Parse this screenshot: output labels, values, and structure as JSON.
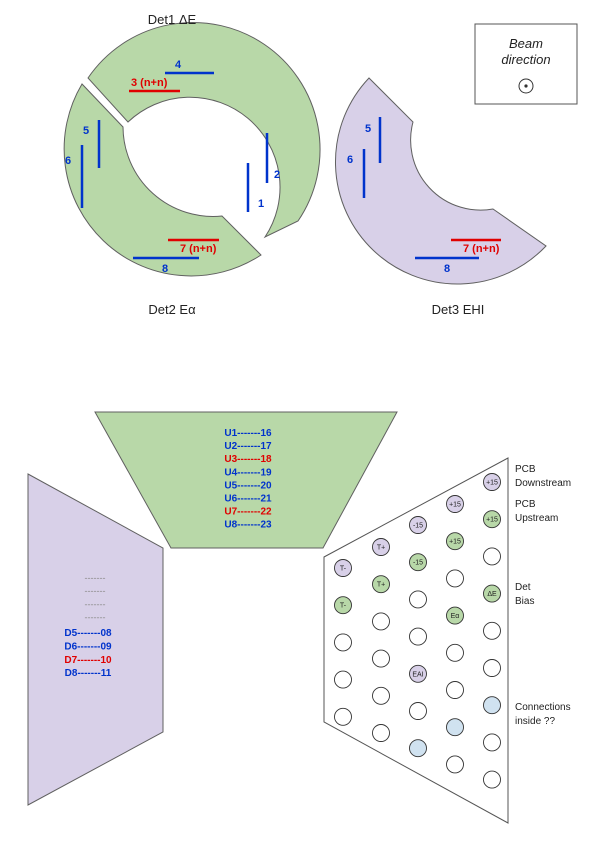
{
  "colors": {
    "green": "#b8d8a8",
    "lavender": "#d8d0e8",
    "lightblue": "#d0e2f0",
    "blue": "#0033cc",
    "red": "#e00000"
  },
  "top": {
    "det1_title": "Det1 ΔE",
    "det2_title": "Det2 Eα",
    "det3_title": "Det3 EHI",
    "beam_line1": "Beam",
    "beam_line2": "direction",
    "ring_labels": {
      "s1": "1",
      "s2": "2",
      "s3": "3 (n+n)",
      "s4": "4",
      "s5": "5",
      "s6": "6",
      "s7": "7 (n+n)",
      "s8": "8"
    },
    "partial_labels": {
      "s5": "5",
      "s6": "6",
      "s7": "7 (n+n)",
      "s8": "8"
    }
  },
  "upper_connector": {
    "rows": [
      {
        "text": "U1-------16",
        "color": "blue"
      },
      {
        "text": "U2-------17",
        "color": "blue"
      },
      {
        "text": "U3-------18",
        "color": "red"
      },
      {
        "text": "U4-------19",
        "color": "blue"
      },
      {
        "text": "U5-------20",
        "color": "blue"
      },
      {
        "text": "U6-------21",
        "color": "blue"
      },
      {
        "text": "U7-------22",
        "color": "red"
      },
      {
        "text": "U8-------23",
        "color": "blue"
      }
    ]
  },
  "left_connector": {
    "dashes": [
      "-------",
      "-------",
      "-------",
      "-------"
    ],
    "rows": [
      {
        "text": "D5-------08",
        "color": "blue"
      },
      {
        "text": "D6-------09",
        "color": "blue"
      },
      {
        "text": "D7-------10",
        "color": "red"
      },
      {
        "text": "D8-------11",
        "color": "blue"
      }
    ]
  },
  "pcb": {
    "labels": {
      "downstream_1": "PCB",
      "downstream_2": "Downstream",
      "upstream_1": "PCB",
      "upstream_2": "Upstream",
      "bias_1": "Det",
      "bias_2": "Bias",
      "inside_1": "Connections",
      "inside_2": "inside ??"
    },
    "pin_labels": {
      "c0_r0": "T-",
      "c0_r1": "T-",
      "c1_r0": "T+",
      "c1_r1": "T+",
      "c2_r0": "-15",
      "c2_r1": "-15",
      "c2_r4": "EΑΙ",
      "c3_r0": "+15",
      "c3_r1": "+15",
      "c3_r3": "Eα",
      "c4_r0": "+15",
      "c4_r1": "+15",
      "c4_r3": "ΔE"
    }
  }
}
